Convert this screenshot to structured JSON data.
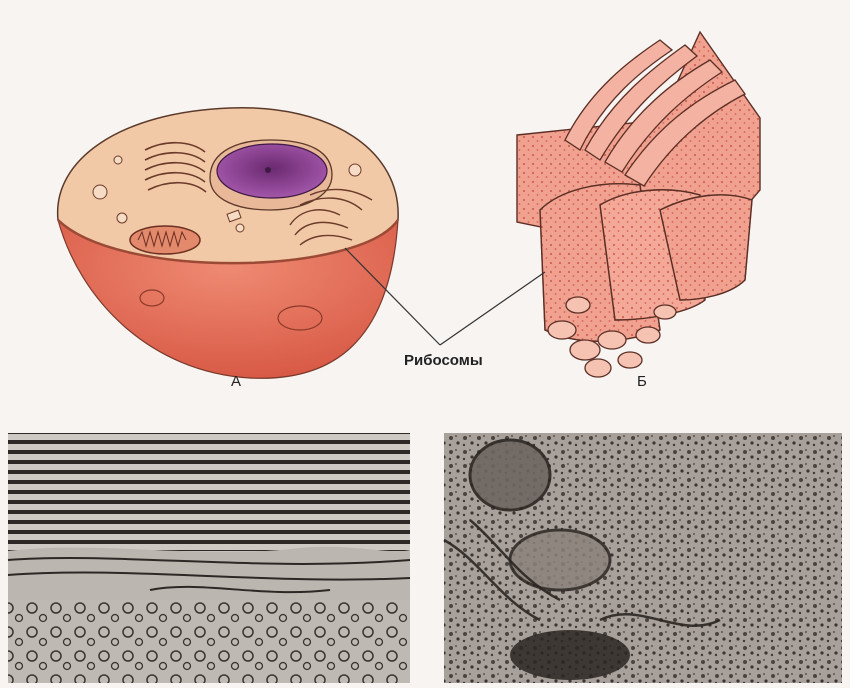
{
  "labels": {
    "ribosomes": "Рибосомы",
    "panel_a": "А",
    "panel_b": "Б"
  },
  "colors": {
    "cytoplasm": "#f2c9a6",
    "cell_lower": "#e8705c",
    "nucleus": "#8a3f8f",
    "er": "#f0a190",
    "er_dark": "#e3806e",
    "ribosome_dots": "#c0392b",
    "micrograph_light": "#c8c2bd",
    "micrograph_dark": "#2b2623"
  }
}
